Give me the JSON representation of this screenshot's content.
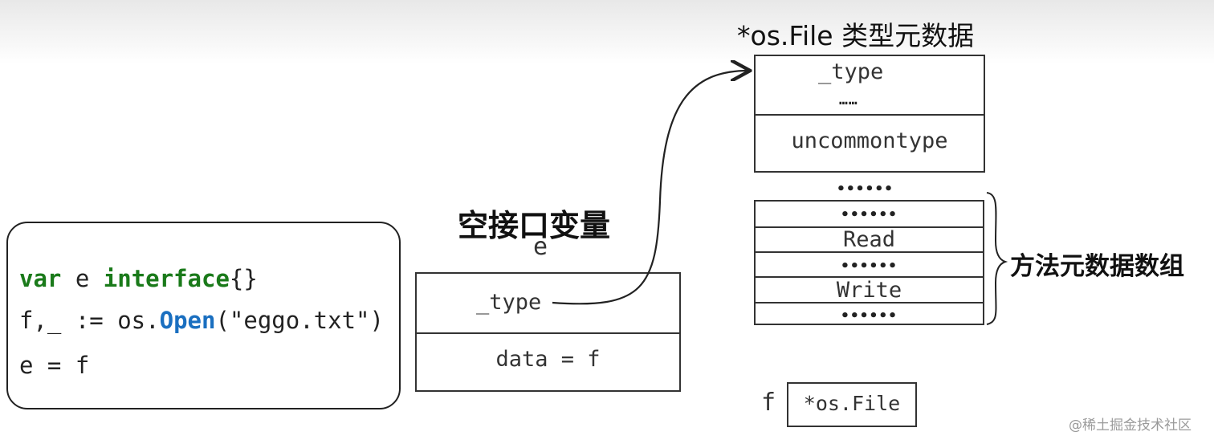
{
  "type_meta": {
    "title": "*os.File 类型元数据",
    "rows": [
      "_type",
      "……",
      "uncommontype"
    ]
  },
  "gap_dots": "••••••",
  "methods": {
    "rows": [
      "••••••",
      "Read",
      "••••••",
      "Write",
      "••••••"
    ],
    "label": "方法元数据数组"
  },
  "iface": {
    "title": "空接口变量",
    "var_name": "e",
    "rows": [
      "_type",
      "data = f"
    ]
  },
  "code": {
    "line1": {
      "kw": "var",
      "mid": " e ",
      "kw2": "interface",
      "rest": "{}"
    },
    "line2": {
      "pre": "f,_ := os.",
      "fn": "Open",
      "post": "(\"eggo.txt\")"
    },
    "line3": "e = f"
  },
  "file_var": {
    "name": "f",
    "value": "*os.File"
  },
  "watermark": "@稀土掘金技术社区",
  "colors": {
    "keyword": "#1a7a1a",
    "function": "#1a6fc0",
    "stroke": "#333333"
  }
}
